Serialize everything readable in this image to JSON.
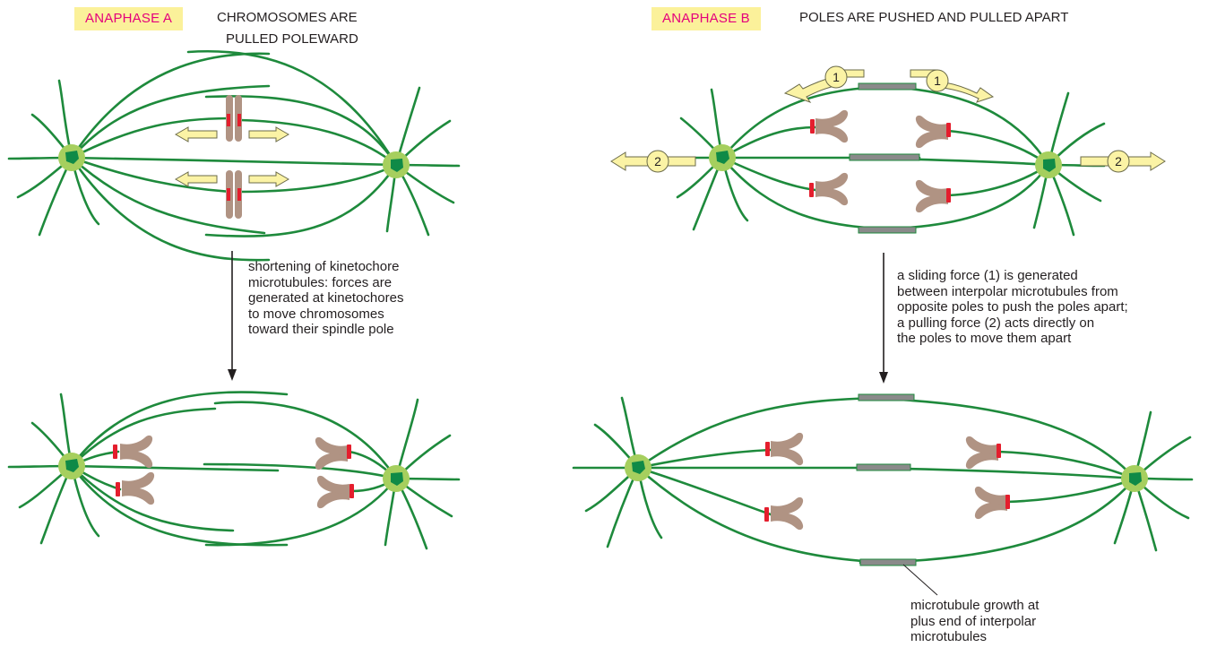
{
  "anaphase_a": {
    "badge": "ANAPHASE A",
    "heading_line1": "CHROMOSOMES ARE",
    "heading_line2": "PULLED POLEWARD",
    "caption_lines": [
      "shortening of kinetochore",
      "microtubules: forces are",
      "generated at kinetochores",
      "to move chromosomes",
      "toward their spindle pole"
    ]
  },
  "anaphase_b": {
    "badge": "ANAPHASE B",
    "heading": "POLES ARE PUSHED AND PULLED APART",
    "caption_lines": [
      "a sliding force (1) is generated",
      "between interpolar microtubules from",
      "opposite poles to push the poles apart;",
      "a pulling force (2) acts directly on",
      "the poles to move them apart"
    ],
    "force_labels": {
      "sliding": "1",
      "pulling": "2"
    },
    "growth_note_lines": [
      "microtubule growth at",
      "plus end of interpolar",
      "microtubules"
    ]
  },
  "colors": {
    "microtubule": "#1e8a3c",
    "pole_halo": "#a6cf5e",
    "pole_core": "#0f8a47",
    "chromosome": "#b09383",
    "kinetochore": "#e41e2d",
    "force_arrow_fill": "#fbf3a5",
    "overlap_zone": "#8a8a8a",
    "badge_background": "#fbf19a",
    "badge_text": "#e4007c"
  }
}
